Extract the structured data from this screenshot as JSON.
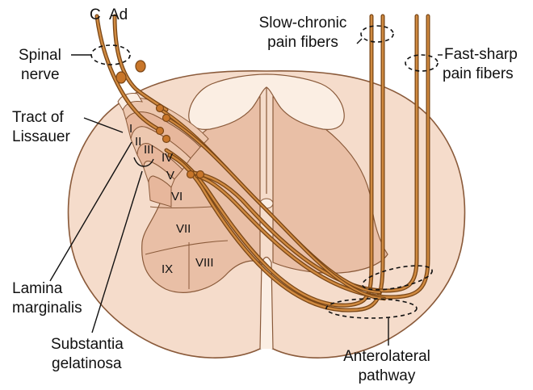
{
  "colors": {
    "outer_cord": "#f5dccb",
    "outline": "#8a5a3a",
    "gray_matter": "#e9bfa6",
    "dorsal_horn": "#e7b79c",
    "lamina_fill": "#edc8b0",
    "pale_region": "#fbeee3",
    "fiber_outer": "#7a4616",
    "fiber_inner": "#d08a40",
    "terminal": "#c8762a"
  },
  "labels": {
    "fiber_c": "C",
    "fiber_ad": "Ad",
    "spinal_nerve_1": "Spinal",
    "spinal_nerve_2": "nerve",
    "tract_1": "Tract of",
    "tract_2": "Lissauer",
    "lamina_marginalis_1": "Lamina",
    "lamina_marginalis_2": "marginalis",
    "substantia_1": "Substantia",
    "substantia_2": "gelatinosa",
    "slow_chronic_1": "Slow-chronic",
    "slow_chronic_2": "pain fibers",
    "fast_sharp_1": "Fast-sharp",
    "fast_sharp_2": "pain fibers",
    "anterolateral_1": "Anterolateral",
    "anterolateral_2": "pathway"
  },
  "laminae": [
    "I",
    "II",
    "III",
    "IV",
    "V",
    "VI",
    "VII",
    "VIII",
    "IX"
  ]
}
